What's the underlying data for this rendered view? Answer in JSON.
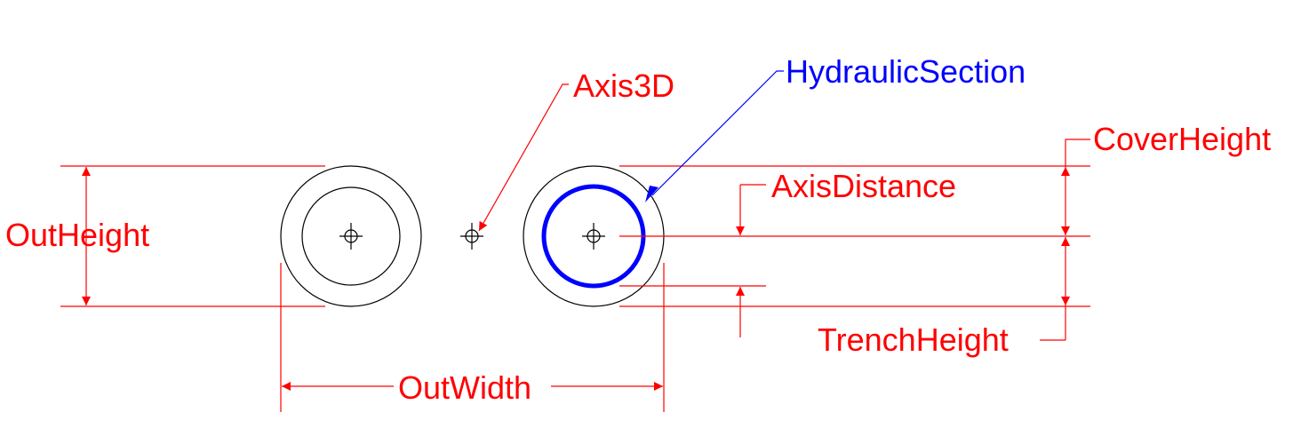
{
  "colors": {
    "background": "#ffffff",
    "geometry": "#000000",
    "dimension": "#ff0000",
    "highlight": "#0000ff"
  },
  "labels": {
    "axis3d": "Axis3D",
    "hydraulic_section": "HydraulicSection",
    "cover_height": "CoverHeight",
    "axis_distance": "AxisDistance",
    "out_height": "OutHeight",
    "trench_height": "TrenchHeight",
    "out_width": "OutWidth"
  }
}
